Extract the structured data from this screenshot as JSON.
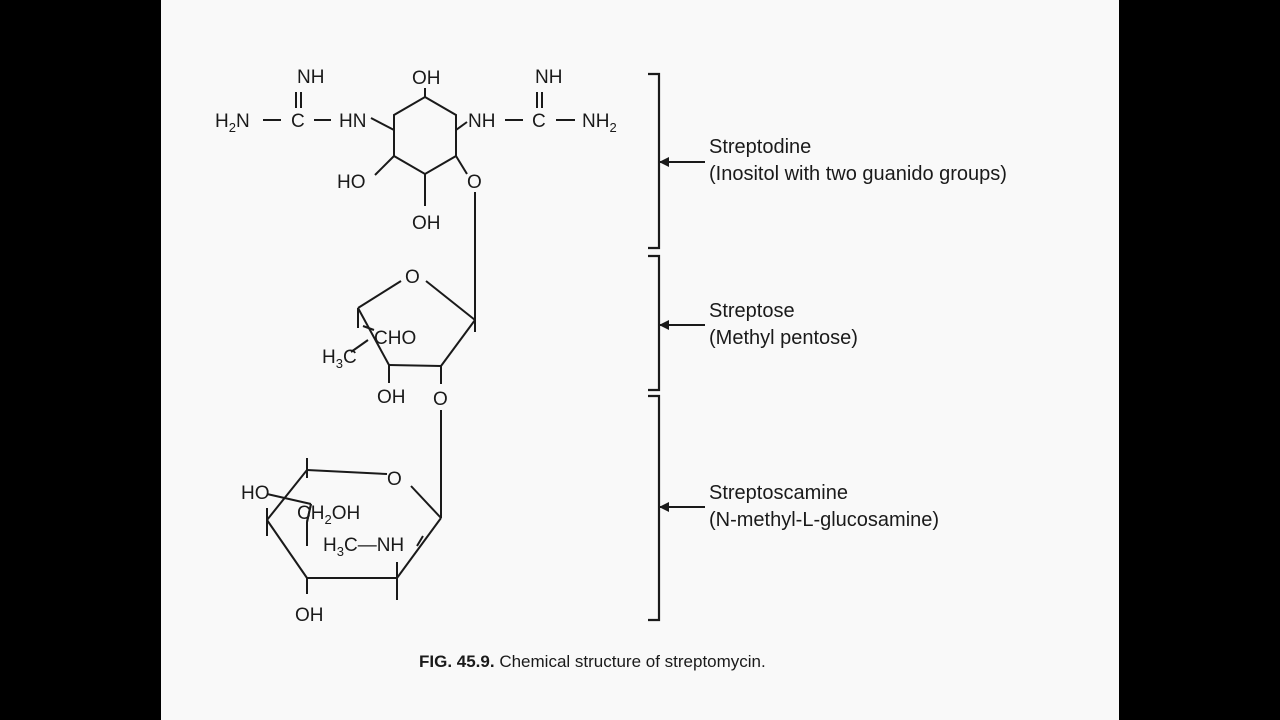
{
  "atoms": {
    "nh_top_left": "NH",
    "h2n_left": "H",
    "h2n_left_sub": "2",
    "h2n_left_n": "N",
    "c_left": "C",
    "hn_left": "HN",
    "oh_top": "OH",
    "nh_right_label": "NH",
    "nh_top_right": "NH",
    "c_right": "C",
    "nh2_right": "NH",
    "nh2_right_sub": "2",
    "ho_inositol": "HO",
    "o_inositol": "O",
    "oh_inositol_bottom": "OH",
    "o_furanose": "O",
    "cho": "CHO",
    "h3c_streptose": "H",
    "h3c_streptose_sub": "3",
    "h3c_streptose_c": "C",
    "oh_streptose": "OH",
    "o_link": "O",
    "ho_glucosamine": "HO",
    "ch2oh_a": "CH",
    "ch2oh_sub": "2",
    "ch2oh_b": "OH",
    "o_pyranose": "O",
    "h3c_nh_a": "H",
    "h3c_nh_sub": "3",
    "h3c_nh_b": "C—NH",
    "oh_glucosamine_bottom": "OH"
  },
  "parts": [
    {
      "name": "Streptodine",
      "description": "(Inositol with two guanido groups)"
    },
    {
      "name": "Streptose",
      "description": "(Methyl pentose)"
    },
    {
      "name": "Streptoscamine",
      "description": "(N-methyl-L-glucosamine)"
    }
  ],
  "caption": {
    "number": "FIG. 45.9.",
    "text": " Chemical structure of streptomycin."
  }
}
